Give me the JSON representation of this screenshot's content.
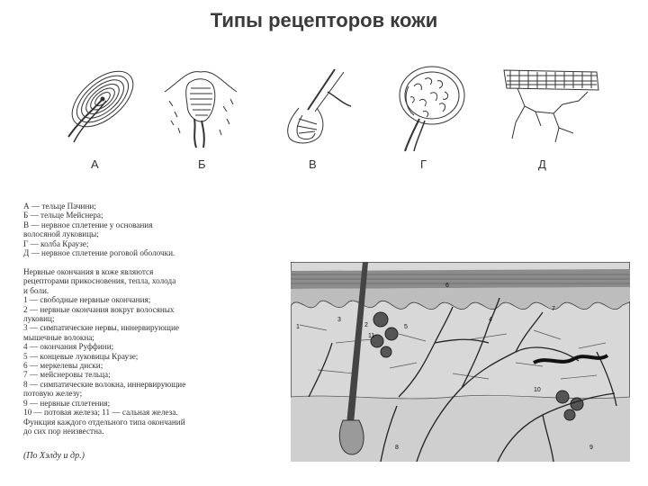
{
  "title": "Типы рецепторов кожи",
  "figures": [
    {
      "letter": "А",
      "icon": "pacinian-corpuscle-drawing"
    },
    {
      "letter": "Б",
      "icon": "meissner-corpuscle-drawing"
    },
    {
      "letter": "В",
      "icon": "hair-follicle-plexus-drawing"
    },
    {
      "letter": "Г",
      "icon": "krause-bulb-drawing"
    },
    {
      "letter": "Д",
      "icon": "corneal-plexus-drawing"
    }
  ],
  "legend_types": [
    "А — тельце Пачини;",
    "Б — тельце Мейснера;",
    "В — нервное сплетение у основания",
    "волосяной луковицы;",
    "Г — колба Краузе;",
    "Д — нервное сплетение роговой оболочки."
  ],
  "legend_numbers": [
    "Нервные окончания в коже являются",
    "рецепторами прикосновения, тепла, холода",
    "и боли.",
    "1 — свободные нервные окончания;",
    "2 — нервные окончания вокруг волосяных",
    "луковиц;",
    "3 — симпатические нервы, иннервирующие",
    "мышечные волокна;",
    "4 — окончания Руффини;",
    "5 — концевые луковицы Краузе;",
    "6 — меркелевы диски;",
    "7 — мейснеровы тельца;",
    "8 — симпатические волокна, иннервирующие",
    "потовую железу;",
    "9 — нервные сплетения;",
    "10 — потовая железа; 11 — сальная железа.",
    "Функция каждого отдельного типа окончаний",
    "до сих пор неизвестна."
  ],
  "credit": "(По Хэлду и др.)",
  "section_labels": [
    "1",
    "2",
    "3",
    "4",
    "5",
    "6",
    "7",
    "8",
    "9",
    "10",
    "11"
  ],
  "section_icon": "skin-cross-section-drawing",
  "colors": {
    "ink": "#222222",
    "title": "#3a3a3a"
  }
}
